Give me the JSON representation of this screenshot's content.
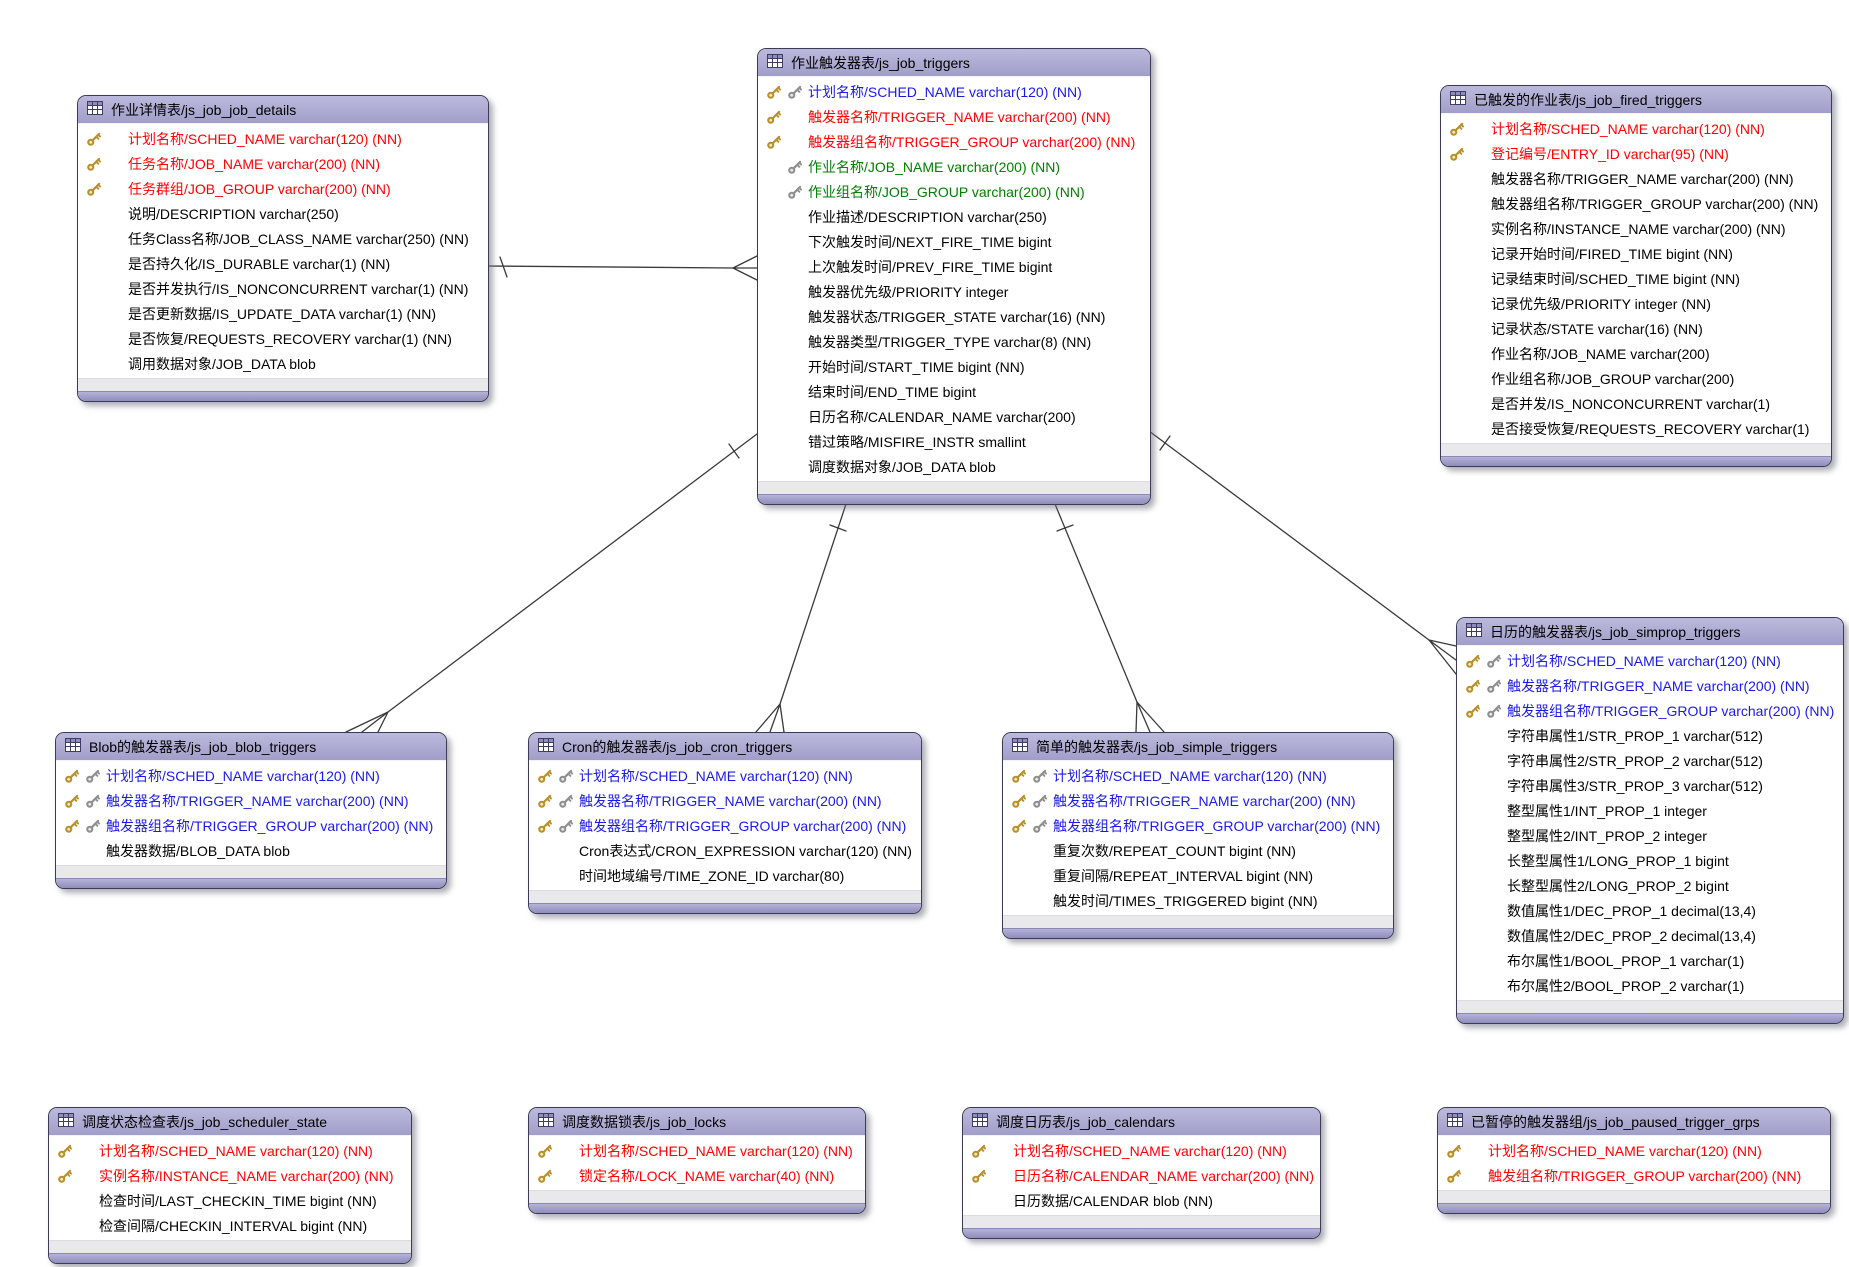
{
  "diagram": {
    "palette": {
      "pk": "#ff0000",
      "fk": "#007f00",
      "pkfk": "#1a1ae6",
      "plain": "#000000",
      "header_bg": "#aeacd2",
      "border": "#3b3b55"
    },
    "tables": [
      {
        "id": "js_job_job_details",
        "title": "作业详情表/js_job_job_details",
        "fields": [
          {
            "text": "计划名称/SCHED_NAME varchar(120) (NN)",
            "style": "pk",
            "keys": [
              "gold"
            ]
          },
          {
            "text": "任务名称/JOB_NAME varchar(200) (NN)",
            "style": "pk",
            "keys": [
              "gold"
            ]
          },
          {
            "text": "任务群组/JOB_GROUP varchar(200) (NN)",
            "style": "pk",
            "keys": [
              "gold"
            ]
          },
          {
            "text": "说明/DESCRIPTION varchar(250)",
            "style": "plain",
            "keys": []
          },
          {
            "text": "任务Class名称/JOB_CLASS_NAME varchar(250) (NN)",
            "style": "plain",
            "keys": []
          },
          {
            "text": "是否持久化/IS_DURABLE varchar(1) (NN)",
            "style": "plain",
            "keys": []
          },
          {
            "text": "是否并发执行/IS_NONCONCURRENT varchar(1) (NN)",
            "style": "plain",
            "keys": []
          },
          {
            "text": "是否更新数据/IS_UPDATE_DATA varchar(1) (NN)",
            "style": "plain",
            "keys": []
          },
          {
            "text": "是否恢复/REQUESTS_RECOVERY varchar(1) (NN)",
            "style": "plain",
            "keys": []
          },
          {
            "text": "调用数据对象/JOB_DATA blob",
            "style": "plain",
            "keys": []
          }
        ]
      },
      {
        "id": "js_job_triggers",
        "title": "作业触发器表/js_job_triggers",
        "fields": [
          {
            "text": "计划名称/SCHED_NAME varchar(120) (NN)",
            "style": "pkfk",
            "keys": [
              "gold",
              "gray"
            ]
          },
          {
            "text": "触发器名称/TRIGGER_NAME varchar(200) (NN)",
            "style": "pk",
            "keys": [
              "gold"
            ]
          },
          {
            "text": "触发器组名称/TRIGGER_GROUP varchar(200) (NN)",
            "style": "pk",
            "keys": [
              "gold"
            ]
          },
          {
            "text": "作业名称/JOB_NAME varchar(200) (NN)",
            "style": "fk",
            "keys": [
              "gray"
            ]
          },
          {
            "text": "作业组名称/JOB_GROUP varchar(200) (NN)",
            "style": "fk",
            "keys": [
              "gray"
            ]
          },
          {
            "text": "作业描述/DESCRIPTION varchar(250)",
            "style": "plain",
            "keys": []
          },
          {
            "text": "下次触发时间/NEXT_FIRE_TIME bigint",
            "style": "plain",
            "keys": []
          },
          {
            "text": "上次触发时间/PREV_FIRE_TIME bigint",
            "style": "plain",
            "keys": []
          },
          {
            "text": "触发器优先级/PRIORITY integer",
            "style": "plain",
            "keys": []
          },
          {
            "text": "触发器状态/TRIGGER_STATE varchar(16) (NN)",
            "style": "plain",
            "keys": []
          },
          {
            "text": "触发器类型/TRIGGER_TYPE varchar(8) (NN)",
            "style": "plain",
            "keys": []
          },
          {
            "text": "开始时间/START_TIME bigint (NN)",
            "style": "plain",
            "keys": []
          },
          {
            "text": "结束时间/END_TIME bigint",
            "style": "plain",
            "keys": []
          },
          {
            "text": "日历名称/CALENDAR_NAME varchar(200)",
            "style": "plain",
            "keys": []
          },
          {
            "text": "错过策略/MISFIRE_INSTR smallint",
            "style": "plain",
            "keys": []
          },
          {
            "text": "调度数据对象/JOB_DATA blob",
            "style": "plain",
            "keys": []
          }
        ]
      },
      {
        "id": "js_job_fired_triggers",
        "title": "已触发的作业表/js_job_fired_triggers",
        "fields": [
          {
            "text": "计划名称/SCHED_NAME varchar(120) (NN)",
            "style": "pk",
            "keys": [
              "gold"
            ]
          },
          {
            "text": "登记编号/ENTRY_ID varchar(95) (NN)",
            "style": "pk",
            "keys": [
              "gold"
            ]
          },
          {
            "text": "触发器名称/TRIGGER_NAME varchar(200) (NN)",
            "style": "plain",
            "keys": []
          },
          {
            "text": "触发器组名称/TRIGGER_GROUP varchar(200) (NN)",
            "style": "plain",
            "keys": []
          },
          {
            "text": "实例名称/INSTANCE_NAME varchar(200) (NN)",
            "style": "plain",
            "keys": []
          },
          {
            "text": "记录开始时间/FIRED_TIME bigint (NN)",
            "style": "plain",
            "keys": []
          },
          {
            "text": "记录结束时间/SCHED_TIME bigint (NN)",
            "style": "plain",
            "keys": []
          },
          {
            "text": "记录优先级/PRIORITY integer (NN)",
            "style": "plain",
            "keys": []
          },
          {
            "text": "记录状态/STATE varchar(16) (NN)",
            "style": "plain",
            "keys": []
          },
          {
            "text": "作业名称/JOB_NAME varchar(200)",
            "style": "plain",
            "keys": []
          },
          {
            "text": "作业组名称/JOB_GROUP varchar(200)",
            "style": "plain",
            "keys": []
          },
          {
            "text": "是否并发/IS_NONCONCURRENT varchar(1)",
            "style": "plain",
            "keys": []
          },
          {
            "text": "是否接受恢复/REQUESTS_RECOVERY varchar(1)",
            "style": "plain",
            "keys": []
          }
        ]
      },
      {
        "id": "js_job_simprop_triggers",
        "title": "日历的触发器表/js_job_simprop_triggers",
        "fields": [
          {
            "text": "计划名称/SCHED_NAME varchar(120) (NN)",
            "style": "pkfk",
            "keys": [
              "gold",
              "gray"
            ]
          },
          {
            "text": "触发器名称/TRIGGER_NAME varchar(200) (NN)",
            "style": "pkfk",
            "keys": [
              "gold",
              "gray"
            ]
          },
          {
            "text": "触发器组名称/TRIGGER_GROUP varchar(200) (NN)",
            "style": "pkfk",
            "keys": [
              "gold",
              "gray"
            ]
          },
          {
            "text": "字符串属性1/STR_PROP_1 varchar(512)",
            "style": "plain",
            "keys": []
          },
          {
            "text": "字符串属性2/STR_PROP_2 varchar(512)",
            "style": "plain",
            "keys": []
          },
          {
            "text": "字符串属性3/STR_PROP_3 varchar(512)",
            "style": "plain",
            "keys": []
          },
          {
            "text": "整型属性1/INT_PROP_1 integer",
            "style": "plain",
            "keys": []
          },
          {
            "text": "整型属性2/INT_PROP_2 integer",
            "style": "plain",
            "keys": []
          },
          {
            "text": "长整型属性1/LONG_PROP_1 bigint",
            "style": "plain",
            "keys": []
          },
          {
            "text": "长整型属性2/LONG_PROP_2 bigint",
            "style": "plain",
            "keys": []
          },
          {
            "text": "数值属性1/DEC_PROP_1 decimal(13,4)",
            "style": "plain",
            "keys": []
          },
          {
            "text": "数值属性2/DEC_PROP_2 decimal(13,4)",
            "style": "plain",
            "keys": []
          },
          {
            "text": "布尔属性1/BOOL_PROP_1 varchar(1)",
            "style": "plain",
            "keys": []
          },
          {
            "text": "布尔属性2/BOOL_PROP_2 varchar(1)",
            "style": "plain",
            "keys": []
          }
        ]
      },
      {
        "id": "js_job_blob_triggers",
        "title": "Blob的触发器表/js_job_blob_triggers",
        "fields": [
          {
            "text": "计划名称/SCHED_NAME varchar(120) (NN)",
            "style": "pkfk",
            "keys": [
              "gold",
              "gray"
            ]
          },
          {
            "text": "触发器名称/TRIGGER_NAME varchar(200) (NN)",
            "style": "pkfk",
            "keys": [
              "gold",
              "gray"
            ]
          },
          {
            "text": "触发器组名称/TRIGGER_GROUP varchar(200) (NN)",
            "style": "pkfk",
            "keys": [
              "gold",
              "gray"
            ]
          },
          {
            "text": "触发器数据/BLOB_DATA blob",
            "style": "plain",
            "keys": []
          }
        ]
      },
      {
        "id": "js_job_cron_triggers",
        "title": "Cron的触发器表/js_job_cron_triggers",
        "fields": [
          {
            "text": "计划名称/SCHED_NAME varchar(120) (NN)",
            "style": "pkfk",
            "keys": [
              "gold",
              "gray"
            ]
          },
          {
            "text": "触发器名称/TRIGGER_NAME varchar(200) (NN)",
            "style": "pkfk",
            "keys": [
              "gold",
              "gray"
            ]
          },
          {
            "text": "触发器组名称/TRIGGER_GROUP varchar(200) (NN)",
            "style": "pkfk",
            "keys": [
              "gold",
              "gray"
            ]
          },
          {
            "text": "Cron表达式/CRON_EXPRESSION varchar(120) (NN)",
            "style": "plain",
            "keys": []
          },
          {
            "text": "时间地域编号/TIME_ZONE_ID varchar(80)",
            "style": "plain",
            "keys": []
          }
        ]
      },
      {
        "id": "js_job_simple_triggers",
        "title": "简单的触发器表/js_job_simple_triggers",
        "fields": [
          {
            "text": "计划名称/SCHED_NAME varchar(120) (NN)",
            "style": "pkfk",
            "keys": [
              "gold",
              "gray"
            ]
          },
          {
            "text": "触发器名称/TRIGGER_NAME varchar(200) (NN)",
            "style": "pkfk",
            "keys": [
              "gold",
              "gray"
            ]
          },
          {
            "text": "触发器组名称/TRIGGER_GROUP varchar(200) (NN)",
            "style": "pkfk",
            "keys": [
              "gold",
              "gray"
            ]
          },
          {
            "text": "重复次数/REPEAT_COUNT bigint (NN)",
            "style": "plain",
            "keys": []
          },
          {
            "text": "重复间隔/REPEAT_INTERVAL bigint (NN)",
            "style": "plain",
            "keys": []
          },
          {
            "text": "触发时间/TIMES_TRIGGERED bigint (NN)",
            "style": "plain",
            "keys": []
          }
        ]
      },
      {
        "id": "js_job_scheduler_state",
        "title": "调度状态检查表/js_job_scheduler_state",
        "fields": [
          {
            "text": "计划名称/SCHED_NAME varchar(120) (NN)",
            "style": "pk",
            "keys": [
              "gold"
            ]
          },
          {
            "text": "实例名称/INSTANCE_NAME varchar(200) (NN)",
            "style": "pk",
            "keys": [
              "gold"
            ]
          },
          {
            "text": "检查时间/LAST_CHECKIN_TIME bigint (NN)",
            "style": "plain",
            "keys": []
          },
          {
            "text": "检查间隔/CHECKIN_INTERVAL bigint (NN)",
            "style": "plain",
            "keys": []
          }
        ]
      },
      {
        "id": "js_job_locks",
        "title": "调度数据锁表/js_job_locks",
        "fields": [
          {
            "text": "计划名称/SCHED_NAME varchar(120) (NN)",
            "style": "pk",
            "keys": [
              "gold"
            ]
          },
          {
            "text": "锁定名称/LOCK_NAME varchar(40) (NN)",
            "style": "pk",
            "keys": [
              "gold"
            ]
          }
        ]
      },
      {
        "id": "js_job_calendars",
        "title": "调度日历表/js_job_calendars",
        "fields": [
          {
            "text": "计划名称/SCHED_NAME varchar(120) (NN)",
            "style": "pk",
            "keys": [
              "gold"
            ]
          },
          {
            "text": "日历名称/CALENDAR_NAME varchar(200) (NN)",
            "style": "pk",
            "keys": [
              "gold"
            ]
          },
          {
            "text": "日历数据/CALENDAR blob (NN)",
            "style": "plain",
            "keys": []
          }
        ]
      },
      {
        "id": "js_job_paused_trigger_grps",
        "title": "已暂停的触发器组/js_job_paused_trigger_grps",
        "fields": [
          {
            "text": "计划名称/SCHED_NAME varchar(120) (NN)",
            "style": "pk",
            "keys": [
              "gold"
            ]
          },
          {
            "text": "触发组名称/TRIGGER_GROUP varchar(200) (NN)",
            "style": "pk",
            "keys": [
              "gold"
            ]
          }
        ]
      }
    ],
    "relationships": [
      {
        "name": "job_details-to-triggers"
      },
      {
        "name": "triggers-to-blob_triggers"
      },
      {
        "name": "triggers-to-cron_triggers"
      },
      {
        "name": "triggers-to-simple_triggers"
      },
      {
        "name": "triggers-to-simprop_triggers"
      }
    ]
  }
}
